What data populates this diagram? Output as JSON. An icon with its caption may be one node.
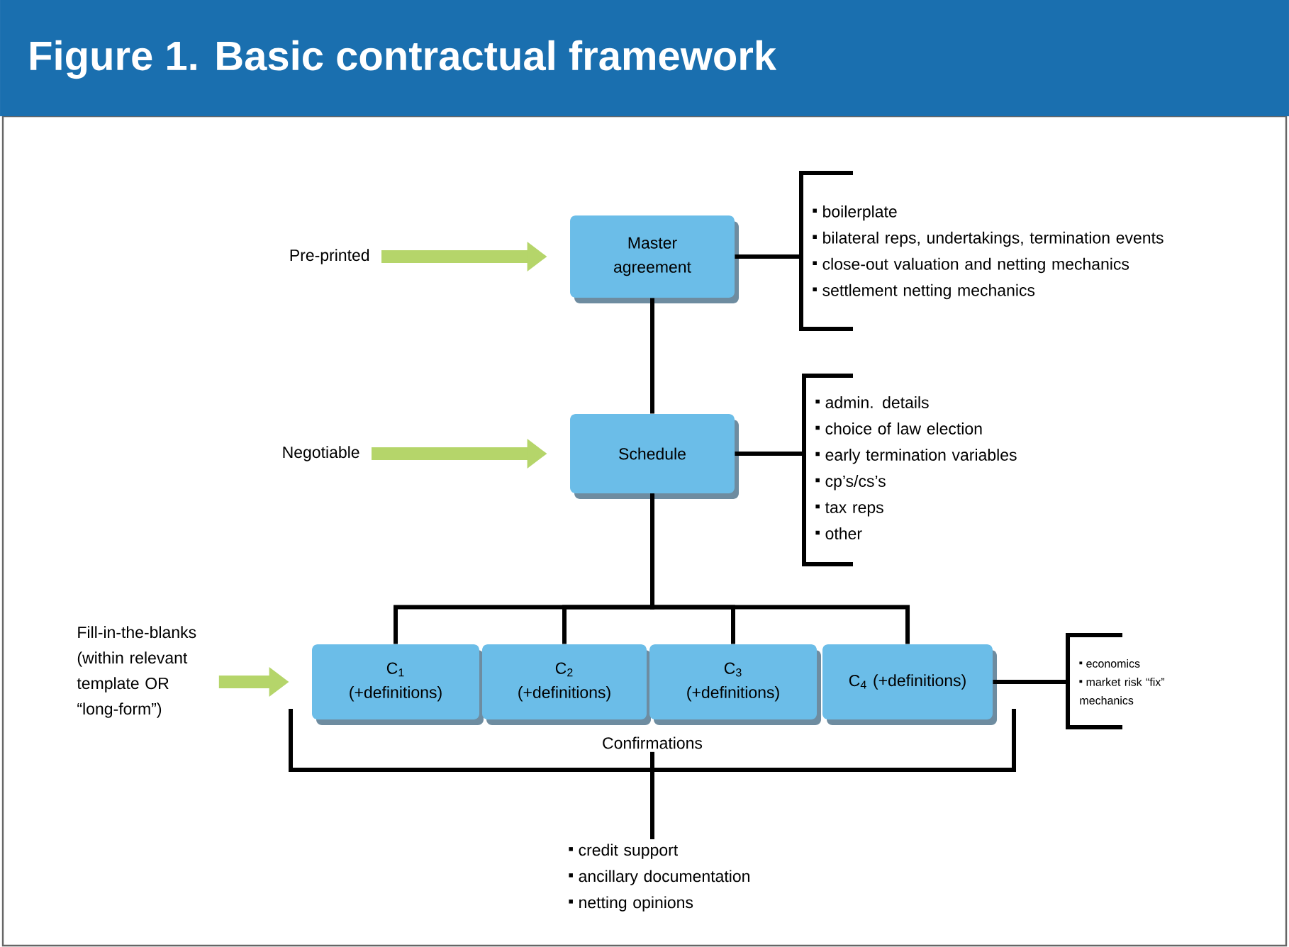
{
  "diagram": {
    "title": "Figure 1. Basic contractual framework",
    "nodes": [
      {
        "text": [
          "Master agreement"
        ]
      },
      {
        "text": [
          "Schedule"
        ]
      },
      {
        "text": [
          "C$_{1}$ (+definitions)"
        ]
      },
      {
        "text": [
          "C$_{2}$ (+definitions)"
        ]
      },
      {
        "text": [
          "C$_{3}$ (+definitions)"
        ]
      },
      {
        "text": [
          "C$_{4}$ (+definitions)"
        ]
      },
      {
        "text": [
          "Pre-printed"
        ]
      },
      {
        "text": [
          "Negotiable"
        ]
      },
      {
        "text": [
          "Fill-in-the-blanks (within relevant template OR “long-form”)"
        ]
      },
      {
        "text": [
          "boilerplate",
          "bilateral reps, undertakings, termination events",
          "close-out valuation and netting mechanics",
          "settlement netting mechanics"
        ]
      },
      {
        "text": [
          "admin. details",
          "choice of law election",
          "early termination variables",
          "cp’s/cs’s",
          "tax reps",
          "other"
        ]
      },
      {
        "text": [
          "Confirmations"
        ]
      },
      {
        "text": [
          "economics",
          "market risk “fix” mechanics"
        ]
      },
      {
        "text": [
          "credit support",
          "ancillary documentation",
          "netting opinions"
        ]
      }
    ],
    "edges": [
      {
        "from": 6,
        "to": 0,
        "arrow": "to",
        "style": "thick",
        "color": "#b5d56a"
      },
      {
        "from": 0,
        "to": 9,
        "arrow": "none"
      },
      {
        "from": 0,
        "to": 1,
        "arrow": "none"
      },
      {
        "from": 7,
        "to": 1,
        "arrow": "to",
        "style": "thick",
        "color": "#b5d56a"
      },
      {
        "from": 1,
        "to": 10,
        "arrow": "none"
      },
      {
        "from": 1,
        "to": 2,
        "arrow": "none"
      },
      {
        "from": 1,
        "to": 3,
        "arrow": "none"
      },
      {
        "from": 1,
        "to": 4,
        "arrow": "none"
      },
      {
        "from": 1,
        "to": 5,
        "arrow": "none"
      },
      {
        "from": 8,
        "to": 2,
        "arrow": "to",
        "style": "thick",
        "color": "#b5d56a"
      },
      {
        "from": 5,
        "to": 12,
        "arrow": "none"
      },
      {
        "from": 11,
        "to": 13,
        "arrow": "none"
      }
    ]
  }
}
